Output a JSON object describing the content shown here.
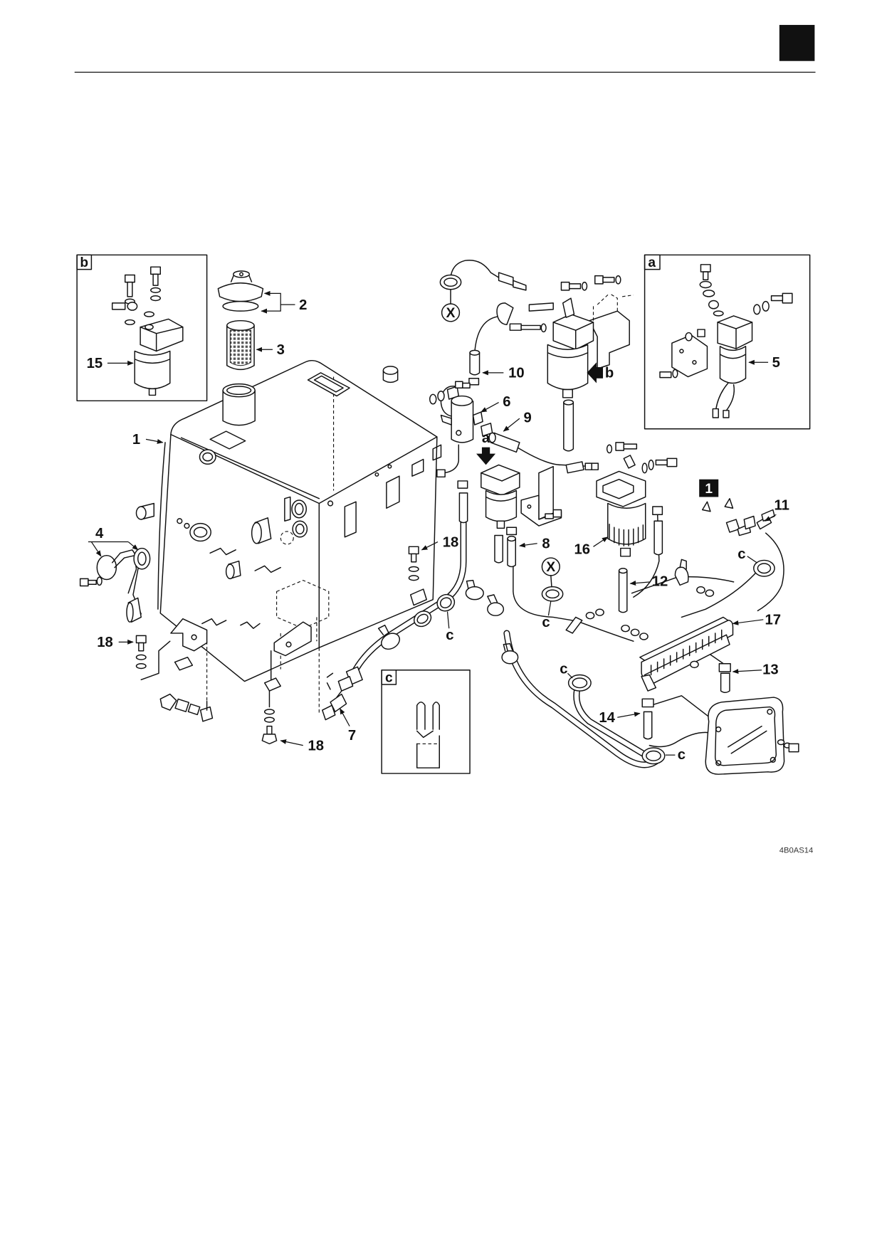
{
  "callouts": {
    "n1": "1",
    "n2": "2",
    "n3": "3",
    "n4": "4",
    "n5": "5",
    "n6": "6",
    "n7": "7",
    "n8": "8",
    "n9": "9",
    "n10": "10",
    "n11": "11",
    "n12": "12",
    "n13": "13",
    "n14": "14",
    "n15": "15",
    "n16": "16",
    "n17": "17",
    "n18_top": "18",
    "n18_left": "18",
    "n18_bottom": "18"
  },
  "insets": {
    "a": "a",
    "b": "b",
    "c": "c"
  },
  "view_arrows": {
    "a": "a",
    "b": "b"
  },
  "clamp_refs": [
    "c",
    "c",
    "c",
    "c",
    "c",
    "c"
  ],
  "connection_marks": [
    "X",
    "X"
  ],
  "note_badge": "1",
  "figure_code": "4B0AS14"
}
